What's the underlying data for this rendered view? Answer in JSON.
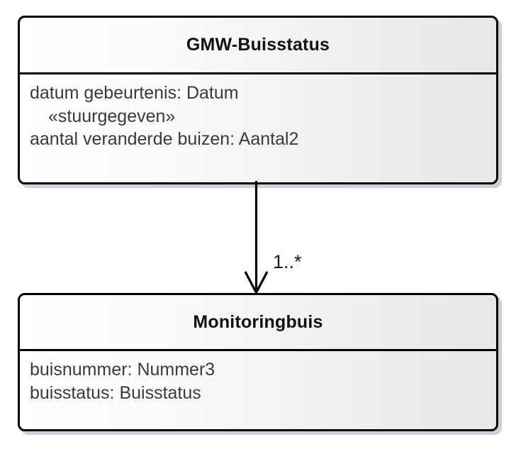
{
  "diagram": {
    "type": "uml-class-diagram",
    "background_color": "#ffffff",
    "line_color": "#000000",
    "shadow_color": "#ccd0d9",
    "header_gradient_from": "#ffffff",
    "header_gradient_to": "#e7e7e7",
    "text_color": "#3a3a3a",
    "title_color": "#111111"
  },
  "classes": [
    {
      "id": "gmw-buisstatus",
      "name": "GMW-Buisstatus",
      "attributes": [
        {
          "text": "datum gebeurtenis: Datum",
          "indented": false
        },
        {
          "text": "«stuurgegeven»",
          "indented": true
        },
        {
          "text": "aantal veranderde buizen: Aantal2",
          "indented": false
        }
      ]
    },
    {
      "id": "monitoringbuis",
      "name": "Monitoringbuis",
      "attributes": [
        {
          "text": "buisnummer: Nummer3",
          "indented": false
        },
        {
          "text": "buisstatus: Buisstatus",
          "indented": false
        }
      ]
    }
  ],
  "connector": {
    "kind": "association",
    "arrowhead": "open",
    "direction": "down",
    "source": "GMW-Buisstatus",
    "target": "Monitoringbuis",
    "target_multiplicity": "1..*"
  }
}
